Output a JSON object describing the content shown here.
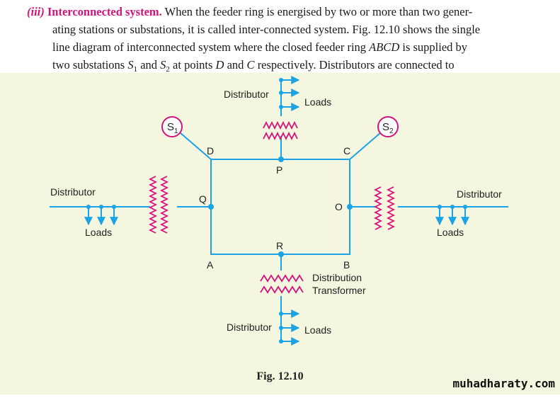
{
  "paragraph": {
    "number": "(iii)",
    "title": "Interconnected system.",
    "line1_rest": "When the feeder ring is energised by two or more than two gener-",
    "line2": "ating stations or substations, it is called inter-connected system.  Fig. 12.10 shows the single",
    "line3_a": "line diagram of interconnected system where the closed feeder ring",
    "line3_abcd": "ABCD",
    "line3_b": "is supplied by",
    "line4_a": "two substations",
    "s_letter": "S",
    "s1_sub": "1",
    "and_word": "and",
    "s2_sub": "2",
    "line4_b": "at points",
    "point_d": "D",
    "point_c": "C",
    "line4_c": "respectively.  Distributors are connected to"
  },
  "diagram": {
    "colors": {
      "line": "#1aa3e8",
      "dot": "#1aa3e8",
      "coil": "#d4147a",
      "background": "#f4f6e0",
      "text": "#222222"
    },
    "substation1": {
      "letter": "S",
      "sub": "1"
    },
    "substation2": {
      "letter": "S",
      "sub": "2"
    },
    "corner_labels": {
      "A": "A",
      "B": "B",
      "C": "C",
      "D": "D"
    },
    "tap_labels": {
      "P": "P",
      "Q": "Q",
      "O": "O",
      "R": "R"
    },
    "top_branch": {
      "distributor": "Distributor",
      "loads": "Loads"
    },
    "left_branch": {
      "distributor": "Distributor",
      "loads": "Loads"
    },
    "right_branch": {
      "distributor": "Distributor",
      "loads": "Loads"
    },
    "bottom_branch": {
      "transformer_line1": "Distribution",
      "transformer_line2": "Transformer",
      "distributor": "Distributor",
      "loads": "Loads"
    }
  },
  "caption": "Fig. 12.10",
  "watermark": "muhadharaty.com"
}
